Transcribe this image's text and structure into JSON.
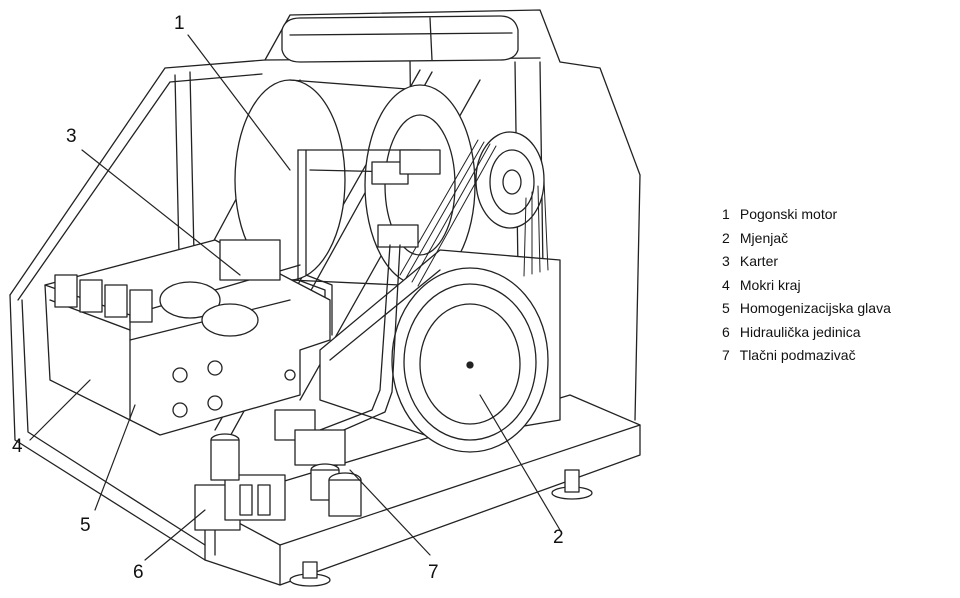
{
  "callouts": [
    "1",
    "2",
    "3",
    "4",
    "5",
    "6",
    "7"
  ],
  "legend": [
    {
      "num": "1",
      "text": "Pogonski motor"
    },
    {
      "num": "2",
      "text": "Mjenjač"
    },
    {
      "num": "3",
      "text": "Karter"
    },
    {
      "num": "4",
      "text": "Mokri kraj"
    },
    {
      "num": "5",
      "text": "Homogenizacijska glava"
    },
    {
      "num": "6",
      "text": "Hidraulička jedinica"
    },
    {
      "num": "7",
      "text": "Tlačni podmazivač"
    }
  ]
}
